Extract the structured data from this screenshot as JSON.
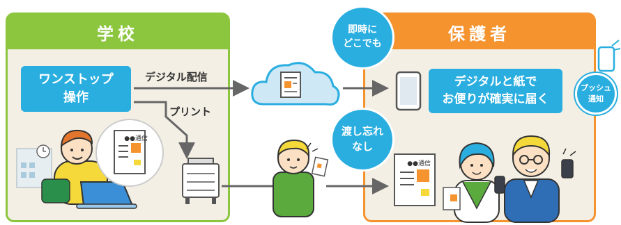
{
  "school": {
    "title": "学校",
    "button": "ワンストップ\n操作"
  },
  "parent": {
    "title": "保護者",
    "delivery": "デジタルと紙で\nお便りが確実に届く"
  },
  "flows": {
    "digital": "デジタル配信",
    "print": "プリント"
  },
  "badges": {
    "instant": "即時に\nどこでも",
    "no_forget": "渡し忘れ\nなし",
    "push": "プッシュ\n通知"
  },
  "notice": {
    "label": "●●通信"
  },
  "colors": {
    "school": "#8cc63f",
    "parent": "#f5932f",
    "accent": "#2aaee0",
    "arrow": "#666666",
    "panel_bg": "#f3efe4"
  }
}
